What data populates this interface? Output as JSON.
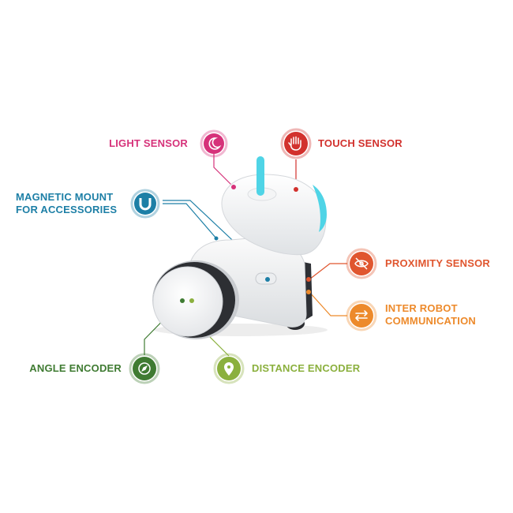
{
  "colors": {
    "light": "#d6327a",
    "touch": "#d2312d",
    "magnetic": "#1d7fa6",
    "proximity": "#e0562f",
    "inter": "#ed8a2b",
    "angle": "#3f7b32",
    "distance": "#8bb03e",
    "robot_light": "#4fd4e6"
  },
  "labels": {
    "light_sensor": "LIGHT SENSOR",
    "touch_sensor": "TOUCH SENSOR",
    "magnetic_line1": "MAGNETIC MOUNT",
    "magnetic_line2": "FOR ACCESSORIES",
    "proximity_sensor": "PROXIMITY SENSOR",
    "inter_line1": "INTER ROBOT",
    "inter_line2": "COMMUNICATION",
    "angle_encoder": "ANGLE ENCODER",
    "distance_encoder": "DISTANCE ENCODER"
  },
  "icons": {
    "light": "moon-icon",
    "touch": "hand-icon",
    "magnetic": "magnet-icon",
    "proximity": "eye-off-icon",
    "inter": "arrows-exchange-icon",
    "angle": "compass-icon",
    "distance": "map-pin-icon"
  }
}
